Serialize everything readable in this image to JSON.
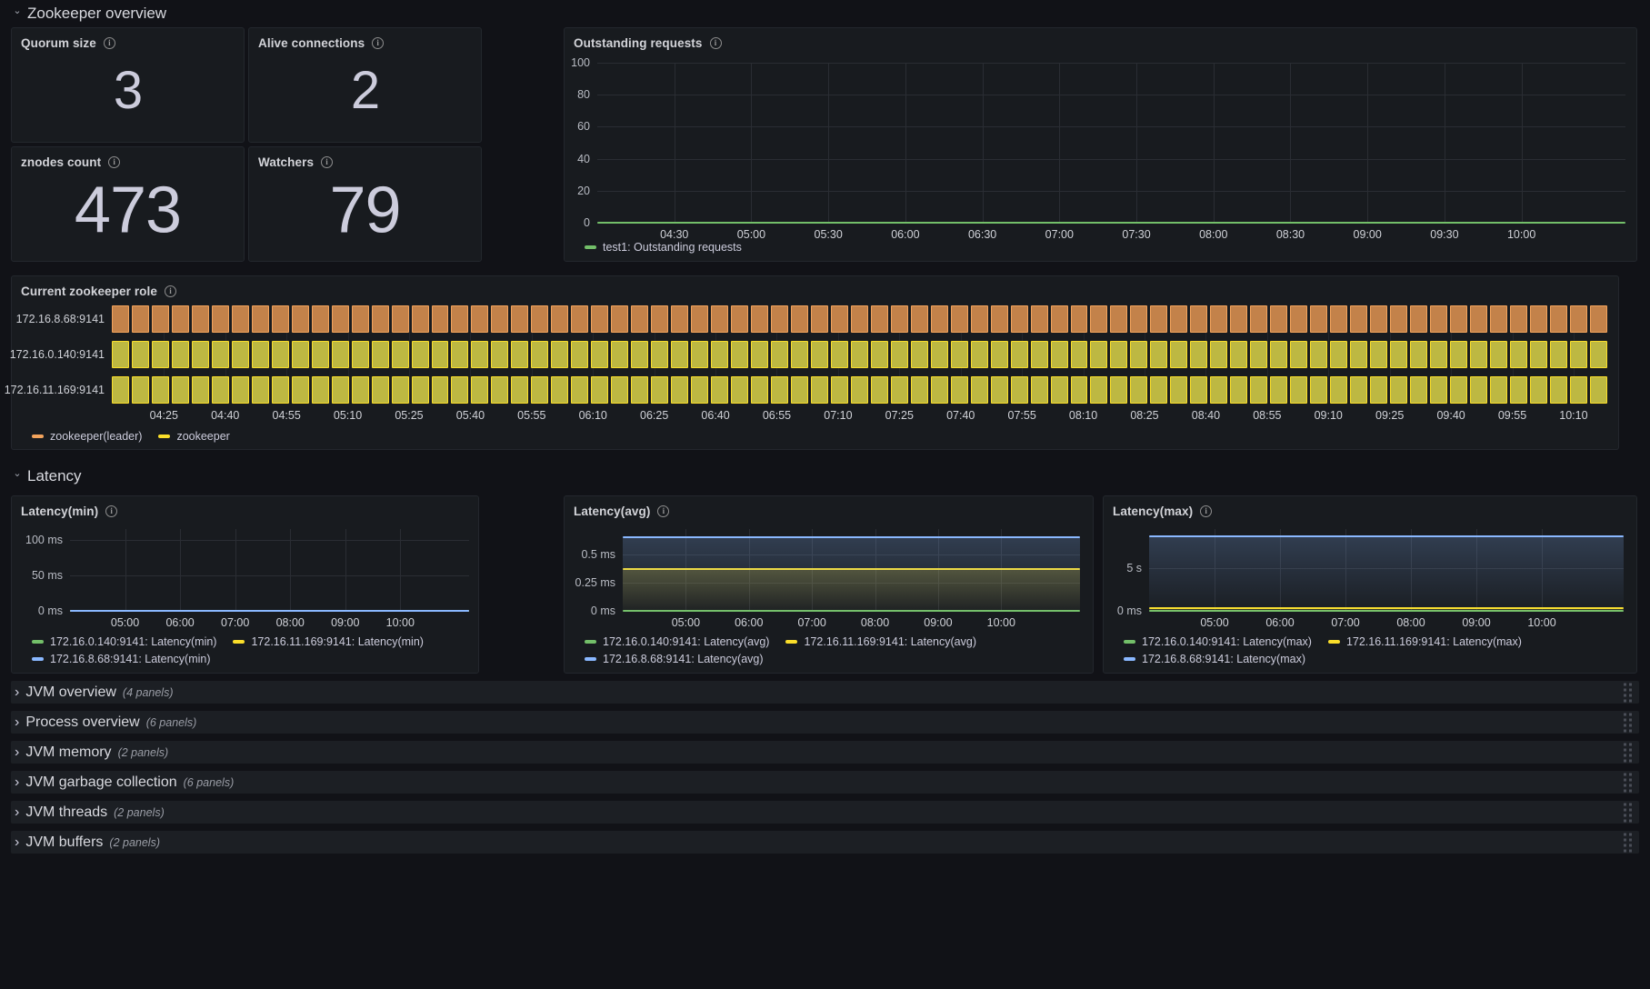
{
  "rows": {
    "zookeeper_overview": {
      "title": "Zookeeper overview",
      "expanded": true
    },
    "latency": {
      "title": "Latency",
      "expanded": true
    }
  },
  "stats": [
    {
      "title": "Quorum size",
      "value": "3",
      "info_icon": "info-icon"
    },
    {
      "title": "Alive connections",
      "value": "2",
      "info_icon": "info-icon"
    },
    {
      "title": "znodes count",
      "value": "473",
      "info_icon": "info-icon"
    },
    {
      "title": "Watchers",
      "value": "79",
      "info_icon": "info-icon"
    }
  ],
  "outstanding_requests": {
    "title": "Outstanding requests",
    "info_icon": "info-icon",
    "legend": [
      {
        "label": "test1: Outstanding requests",
        "color": "#73bf69"
      }
    ]
  },
  "zookeeper_role": {
    "title": "Current zookeeper role",
    "info_icon": "info-icon",
    "rows": [
      {
        "label": "172.16.8.68:9141",
        "state": "zookeeper(leader)",
        "fill": "#c3824a",
        "stroke": "#f2a35c"
      },
      {
        "label": "172.16.0.140:9141",
        "state": "zookeeper",
        "fill": "#bdb842",
        "stroke": "#fade2a"
      },
      {
        "label": "172.16.11.169:9141",
        "state": "zookeeper",
        "fill": "#bdb842",
        "stroke": "#fade2a"
      }
    ],
    "legend": [
      {
        "label": "zookeeper(leader)",
        "color": "#f2a35c"
      },
      {
        "label": "zookeeper",
        "color": "#fade2a"
      }
    ],
    "xticks": [
      "04:25",
      "04:40",
      "04:55",
      "05:10",
      "05:25",
      "05:40",
      "05:55",
      "06:10",
      "06:25",
      "06:40",
      "06:55",
      "07:10",
      "07:25",
      "07:40",
      "07:55",
      "08:10",
      "08:25",
      "08:40",
      "08:55",
      "09:10",
      "09:25",
      "09:40",
      "09:55",
      "10:10"
    ]
  },
  "latency_panels": [
    {
      "title": "Latency(min)",
      "info_icon": "info-icon",
      "legend": [
        {
          "label": "172.16.0.140:9141: Latency(min)",
          "color": "#73bf69"
        },
        {
          "label": "172.16.11.169:9141: Latency(min)",
          "color": "#fade2a"
        },
        {
          "label": "172.16.8.68:9141: Latency(min)",
          "color": "#8ab8ff"
        }
      ]
    },
    {
      "title": "Latency(avg)",
      "info_icon": "info-icon",
      "legend": [
        {
          "label": "172.16.0.140:9141: Latency(avg)",
          "color": "#73bf69"
        },
        {
          "label": "172.16.11.169:9141: Latency(avg)",
          "color": "#fade2a"
        },
        {
          "label": "172.16.8.68:9141: Latency(avg)",
          "color": "#8ab8ff"
        }
      ]
    },
    {
      "title": "Latency(max)",
      "info_icon": "info-icon",
      "legend": [
        {
          "label": "172.16.0.140:9141: Latency(max)",
          "color": "#73bf69"
        },
        {
          "label": "172.16.11.169:9141: Latency(max)",
          "color": "#fade2a"
        },
        {
          "label": "172.16.8.68:9141: Latency(max)",
          "color": "#8ab8ff"
        }
      ]
    }
  ],
  "collapsed_rows": [
    {
      "title": "JVM overview",
      "count": "(4 panels)"
    },
    {
      "title": "Process overview",
      "count": "(6 panels)"
    },
    {
      "title": "JVM memory",
      "count": "(2 panels)"
    },
    {
      "title": "JVM garbage collection",
      "count": "(6 panels)"
    },
    {
      "title": "JVM threads",
      "count": "(2 panels)"
    },
    {
      "title": "JVM buffers",
      "count": "(2 panels)"
    }
  ],
  "chart_data": [
    {
      "type": "line",
      "title": "Outstanding requests",
      "xlabel": "",
      "ylabel": "",
      "ylim": [
        0,
        100
      ],
      "yticks": [
        0,
        20,
        40,
        60,
        80,
        100
      ],
      "xticks": [
        "04:30",
        "05:00",
        "05:30",
        "06:00",
        "06:30",
        "07:00",
        "07:30",
        "08:00",
        "08:30",
        "09:00",
        "09:30",
        "10:00"
      ],
      "grid": true,
      "legend_position": "bottom",
      "series": [
        {
          "name": "test1: Outstanding requests",
          "color": "#73bf69",
          "constant_value": 0
        }
      ]
    },
    {
      "type": "heatmap",
      "title": "Current zookeeper role",
      "xlabel": "",
      "ylabel": "",
      "categories": [
        "172.16.8.68:9141",
        "172.16.0.140:9141",
        "172.16.11.169:9141"
      ],
      "xticks": [
        "04:25",
        "04:40",
        "04:55",
        "05:10",
        "05:25",
        "05:40",
        "05:55",
        "06:10",
        "06:25",
        "06:40",
        "06:55",
        "07:10",
        "07:25",
        "07:40",
        "07:55",
        "08:10",
        "08:25",
        "08:40",
        "08:55",
        "09:10",
        "09:25",
        "09:40",
        "09:55",
        "10:10"
      ],
      "legend_position": "bottom",
      "series": [
        {
          "name": "zookeeper(leader)",
          "color": "#f2a35c",
          "rows": [
            "172.16.8.68:9141"
          ]
        },
        {
          "name": "zookeeper",
          "color": "#fade2a",
          "rows": [
            "172.16.0.140:9141",
            "172.16.11.169:9141"
          ]
        }
      ],
      "segment_count": 75
    },
    {
      "type": "line",
      "title": "Latency(min)",
      "xlabel": "",
      "ylabel": "",
      "ylim": [
        0,
        115
      ],
      "yticks": [
        "0 ms",
        "50 ms",
        "100 ms"
      ],
      "ytick_values": [
        0,
        50,
        100
      ],
      "xticks": [
        "05:00",
        "06:00",
        "07:00",
        "08:00",
        "09:00",
        "10:00"
      ],
      "grid": true,
      "legend_position": "bottom",
      "series": [
        {
          "name": "172.16.0.140:9141: Latency(min)",
          "color": "#73bf69",
          "constant_value": 0
        },
        {
          "name": "172.16.11.169:9141: Latency(min)",
          "color": "#fade2a",
          "constant_value": 0
        },
        {
          "name": "172.16.8.68:9141: Latency(min)",
          "color": "#8ab8ff",
          "constant_value": 0
        }
      ]
    },
    {
      "type": "area",
      "title": "Latency(avg)",
      "xlabel": "",
      "ylabel": "",
      "ylim": [
        0,
        0.72
      ],
      "yticks": [
        "0 ms",
        "0.25 ms",
        "0.5 ms"
      ],
      "ytick_values": [
        0,
        0.25,
        0.5
      ],
      "xticks": [
        "05:00",
        "06:00",
        "07:00",
        "08:00",
        "09:00",
        "10:00"
      ],
      "grid": true,
      "legend_position": "bottom",
      "series": [
        {
          "name": "172.16.0.140:9141: Latency(avg)",
          "color": "#73bf69",
          "constant_value": 0
        },
        {
          "name": "172.16.11.169:9141: Latency(avg)",
          "color": "#fade2a",
          "constant_value": 0.37
        },
        {
          "name": "172.16.8.68:9141: Latency(avg)",
          "color": "#8ab8ff",
          "constant_value": 0.65
        }
      ]
    },
    {
      "type": "area",
      "title": "Latency(max)",
      "xlabel": "",
      "ylabel": "",
      "ylim": [
        0,
        9.5
      ],
      "yticks": [
        "0 ms",
        "5 s"
      ],
      "ytick_values": [
        0,
        5
      ],
      "xticks": [
        "05:00",
        "06:00",
        "07:00",
        "08:00",
        "09:00",
        "10:00"
      ],
      "grid": true,
      "legend_position": "bottom",
      "series": [
        {
          "name": "172.16.0.140:9141: Latency(max)",
          "color": "#73bf69",
          "constant_value": 0
        },
        {
          "name": "172.16.11.169:9141: Latency(max)",
          "color": "#fade2a",
          "constant_value": 0.35
        },
        {
          "name": "172.16.8.68:9141: Latency(max)",
          "color": "#8ab8ff",
          "constant_value": 8.7
        }
      ]
    }
  ]
}
